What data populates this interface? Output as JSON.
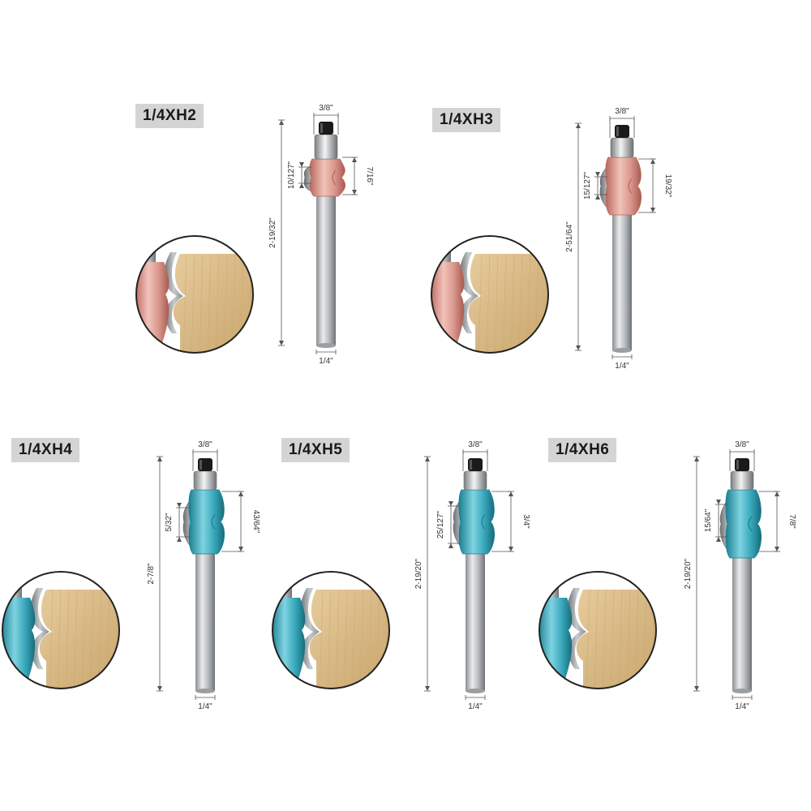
{
  "colors": {
    "copper": "#d9978d",
    "copper_dark": "#b8675c",
    "teal": "#3aa9bd",
    "teal_dark": "#1b7f92",
    "steel": "#b7babd",
    "steel_dark": "#7e8285",
    "wood": "#dcc091",
    "label_bg": "#d4d4d4"
  },
  "bits": [
    {
      "id": "h2",
      "title": "1/4XH2",
      "finish": "copper",
      "dims": {
        "cut_width": "3/8\"",
        "shank": "1/4\"",
        "length": "2-19/32\"",
        "cut_height": "7/16\"",
        "radius": "10/127\""
      }
    },
    {
      "id": "h3",
      "title": "1/4XH3",
      "finish": "copper",
      "dims": {
        "cut_width": "3/8\"",
        "shank": "1/4\"",
        "length": "2-51/64\"",
        "cut_height": "19/32\"",
        "radius": "15/127\""
      }
    },
    {
      "id": "h4",
      "title": "1/4XH4",
      "finish": "teal",
      "dims": {
        "cut_width": "3/8\"",
        "shank": "1/4\"",
        "length": "2-7/8\"",
        "cut_height": "43/64\"",
        "radius": "5/32\""
      }
    },
    {
      "id": "h5",
      "title": "1/4XH5",
      "finish": "teal",
      "dims": {
        "cut_width": "3/8\"",
        "shank": "1/4\"",
        "length": "2-19/20\"",
        "cut_height": "3/4\"",
        "radius": "25/127\""
      }
    },
    {
      "id": "h6",
      "title": "1/4XH6",
      "finish": "teal",
      "dims": {
        "cut_width": "3/8\"",
        "shank": "1/4\"",
        "length": "2-19/20\"",
        "cut_height": "7/8\"",
        "radius": "15/64\""
      }
    }
  ]
}
